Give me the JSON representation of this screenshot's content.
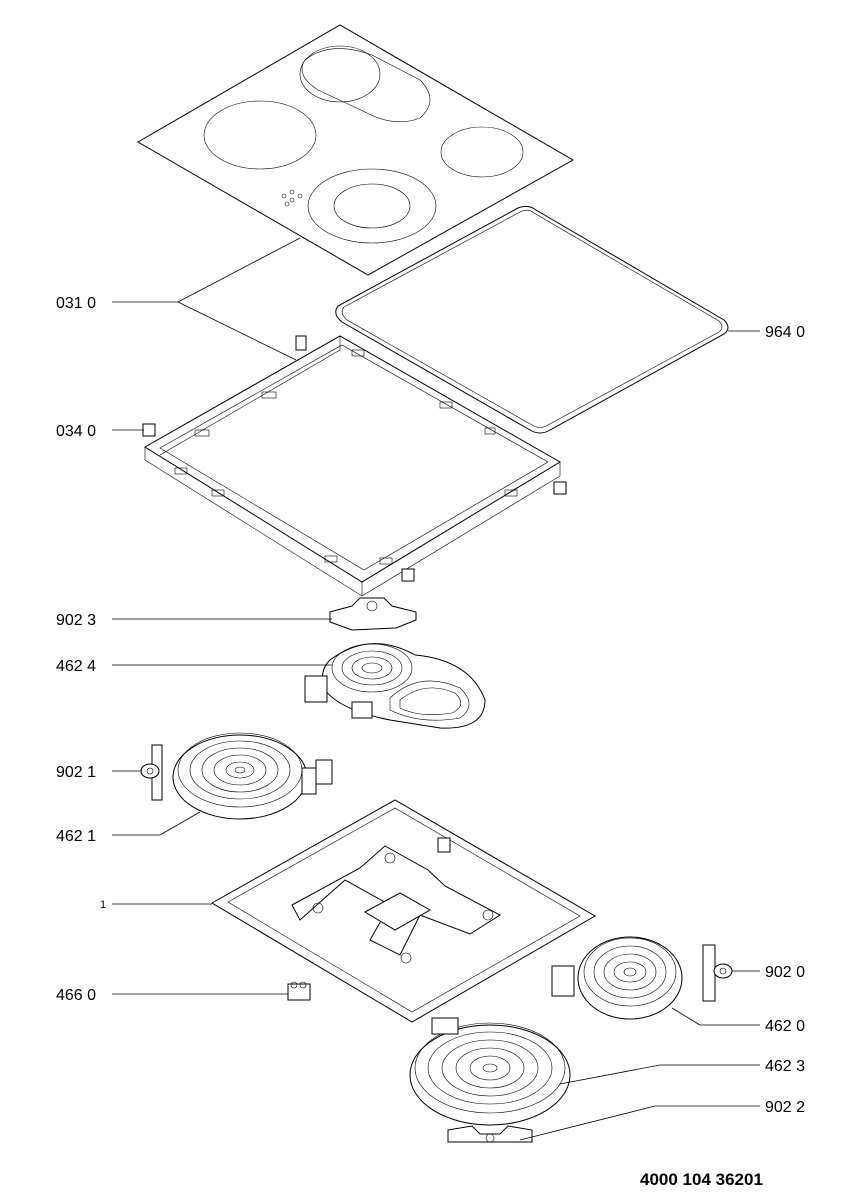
{
  "labels": {
    "l0310": "031 0",
    "l0340": "034 0",
    "l9640": "964 0",
    "l9023": "902 3",
    "l4624": "462 4",
    "l9021": "902 1",
    "l4621": "462 1",
    "l1": "1",
    "l4660": "466 0",
    "l9020": "902 0",
    "l4620": "462 0",
    "l4623": "462 3",
    "l9022": "902 2"
  },
  "document_number": "4000 104 36201"
}
